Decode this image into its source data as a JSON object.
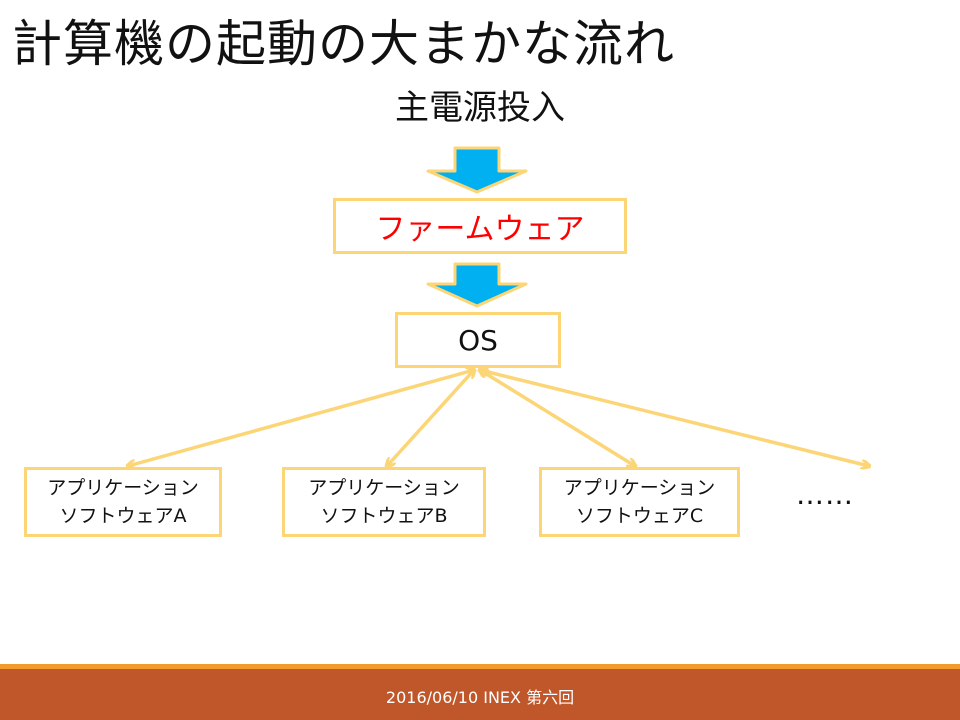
{
  "title": "計算機の起動の大まかな流れ",
  "start_label": "主電源投入",
  "nodes": {
    "firmware": "ファームウェア",
    "os": "OS",
    "app_a": {
      "line1": "アプリケーション",
      "line2": "ソフトウェアA"
    },
    "app_b": {
      "line1": "アプリケーション",
      "line2": "ソフトウェアB"
    },
    "app_c": {
      "line1": "アプリケーション",
      "line2": "ソフトウェアC"
    },
    "more": "……"
  },
  "footer": "2016/06/10 INEX 第六回",
  "colors": {
    "box_border": "#fcd576",
    "arrow_fill": "#00b0f0",
    "arrow_outline": "#fcd576",
    "connector": "#fcd576",
    "firmware_text": "#ff0000",
    "footer_band": "#c0572a",
    "footer_line": "#f39a2c"
  }
}
